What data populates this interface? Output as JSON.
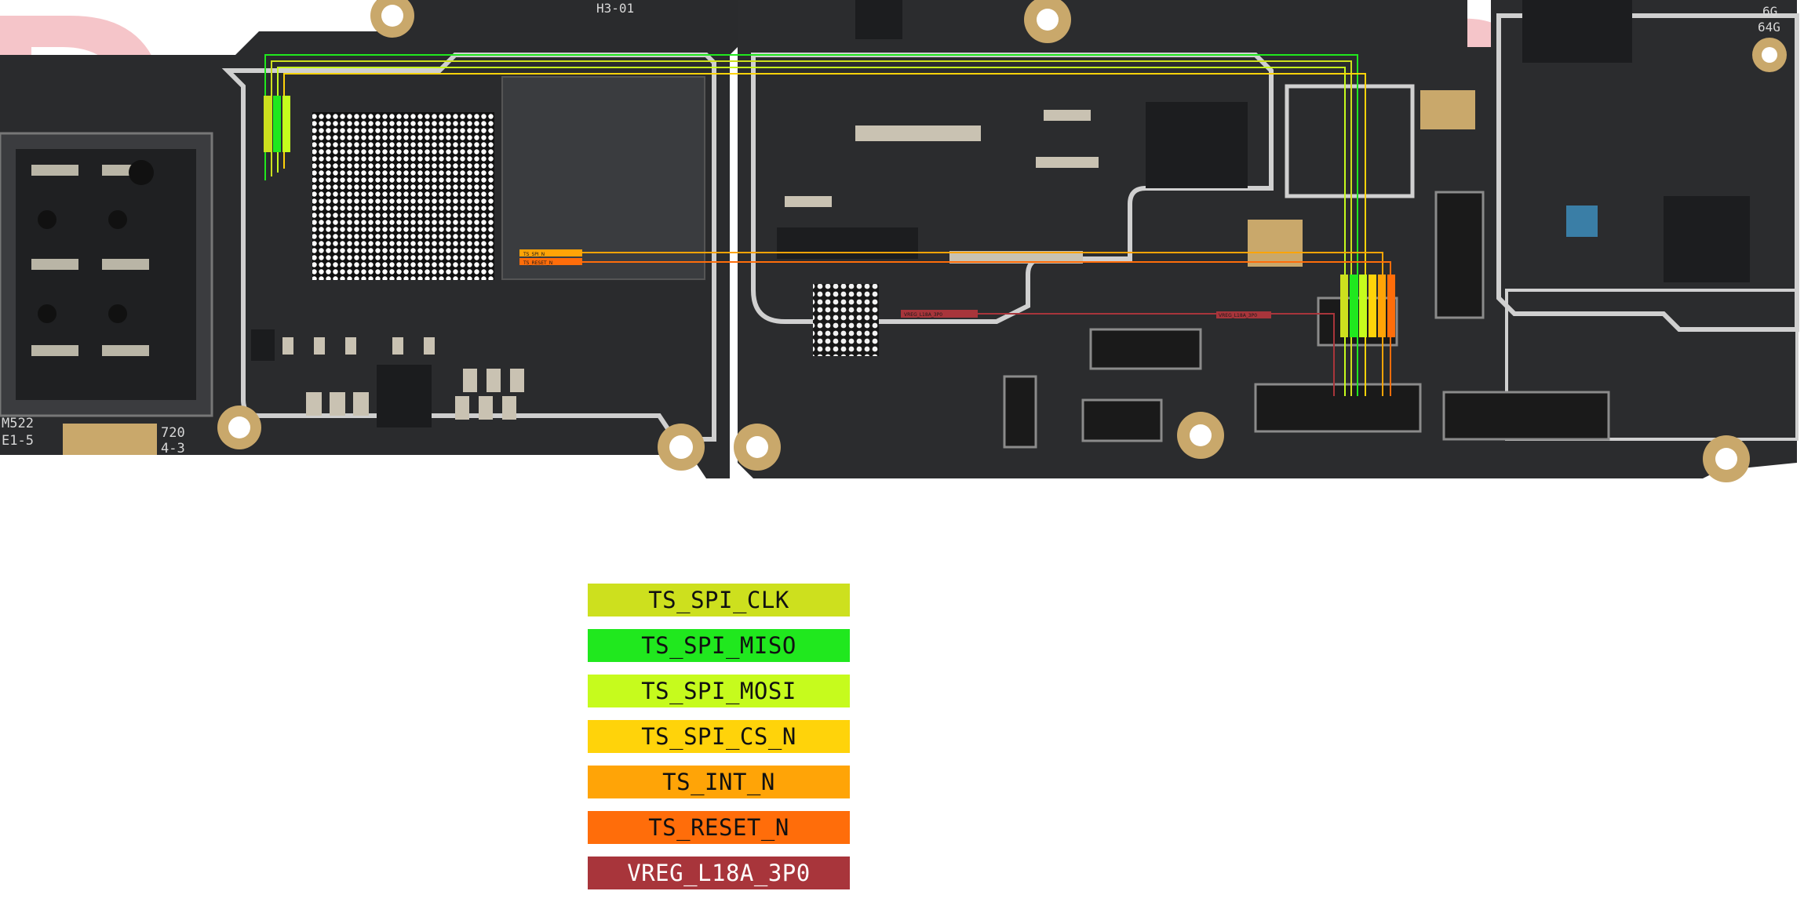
{
  "board": {
    "left_silkscreen": [
      "M522",
      "E1-5"
    ],
    "left_bottom_code": [
      "720",
      "4-3"
    ],
    "top_code": "H3-01",
    "corner_marks": [
      "6G",
      "64G"
    ],
    "small_labels": {
      "ts_spi": "TS_SPI_N",
      "ts_reset": "TS_RESET_N",
      "vreg_a": "VREG_L18A_3P0",
      "vreg_b": "VREG_L18A_3P0"
    }
  },
  "legend": [
    {
      "label": "TS_SPI_CLK",
      "color": "#cde01e"
    },
    {
      "label": "TS_SPI_MISO",
      "color": "#20e81e"
    },
    {
      "label": "TS_SPI_MOSI",
      "color": "#c6fb1d"
    },
    {
      "label": "TS_SPI_CS_N",
      "color": "#ffd30a"
    },
    {
      "label": "TS_INT_N",
      "color": "#ffa407"
    },
    {
      "label": "TS_RESET_N",
      "color": "#ff6d0a"
    },
    {
      "label": "VREG_L18A_3P0",
      "color": "#a8353b"
    }
  ]
}
